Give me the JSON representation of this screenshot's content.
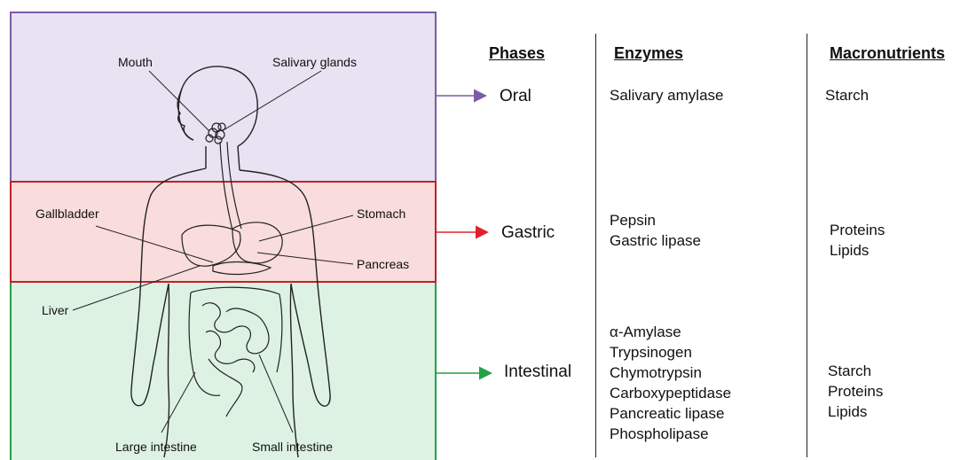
{
  "anatomy_labels": {
    "mouth": "Mouth",
    "salivary_glands": "Salivary glands",
    "gallbladder": "Gallbladder",
    "stomach": "Stomach",
    "pancreas": "Pancreas",
    "liver": "Liver",
    "large_intestine": "Large intestine",
    "small_intestine": "Small intestine"
  },
  "headers": {
    "phases": "Phases",
    "enzymes": "Enzymes",
    "macronutrients": "Macronutrients"
  },
  "rows": [
    {
      "phase": "Oral",
      "color": "#7c5aa6",
      "enzymes": [
        "Salivary amylase"
      ],
      "macronutrients": [
        "Starch"
      ]
    },
    {
      "phase": "Gastric",
      "color": "#e0202a",
      "enzymes": [
        "Pepsin",
        "Gastric lipase"
      ],
      "macronutrients": [
        "Proteins",
        "Lipids"
      ]
    },
    {
      "phase": "Intestinal",
      "color": "#22a14a",
      "enzymes": [
        "α-Amylase",
        "Trypsinogen",
        "Chymotrypsin",
        "Carboxypeptidase",
        "Pancreatic lipase",
        "Phospholipase"
      ],
      "macronutrients": [
        "Starch",
        "Proteins",
        "Lipids"
      ]
    }
  ]
}
